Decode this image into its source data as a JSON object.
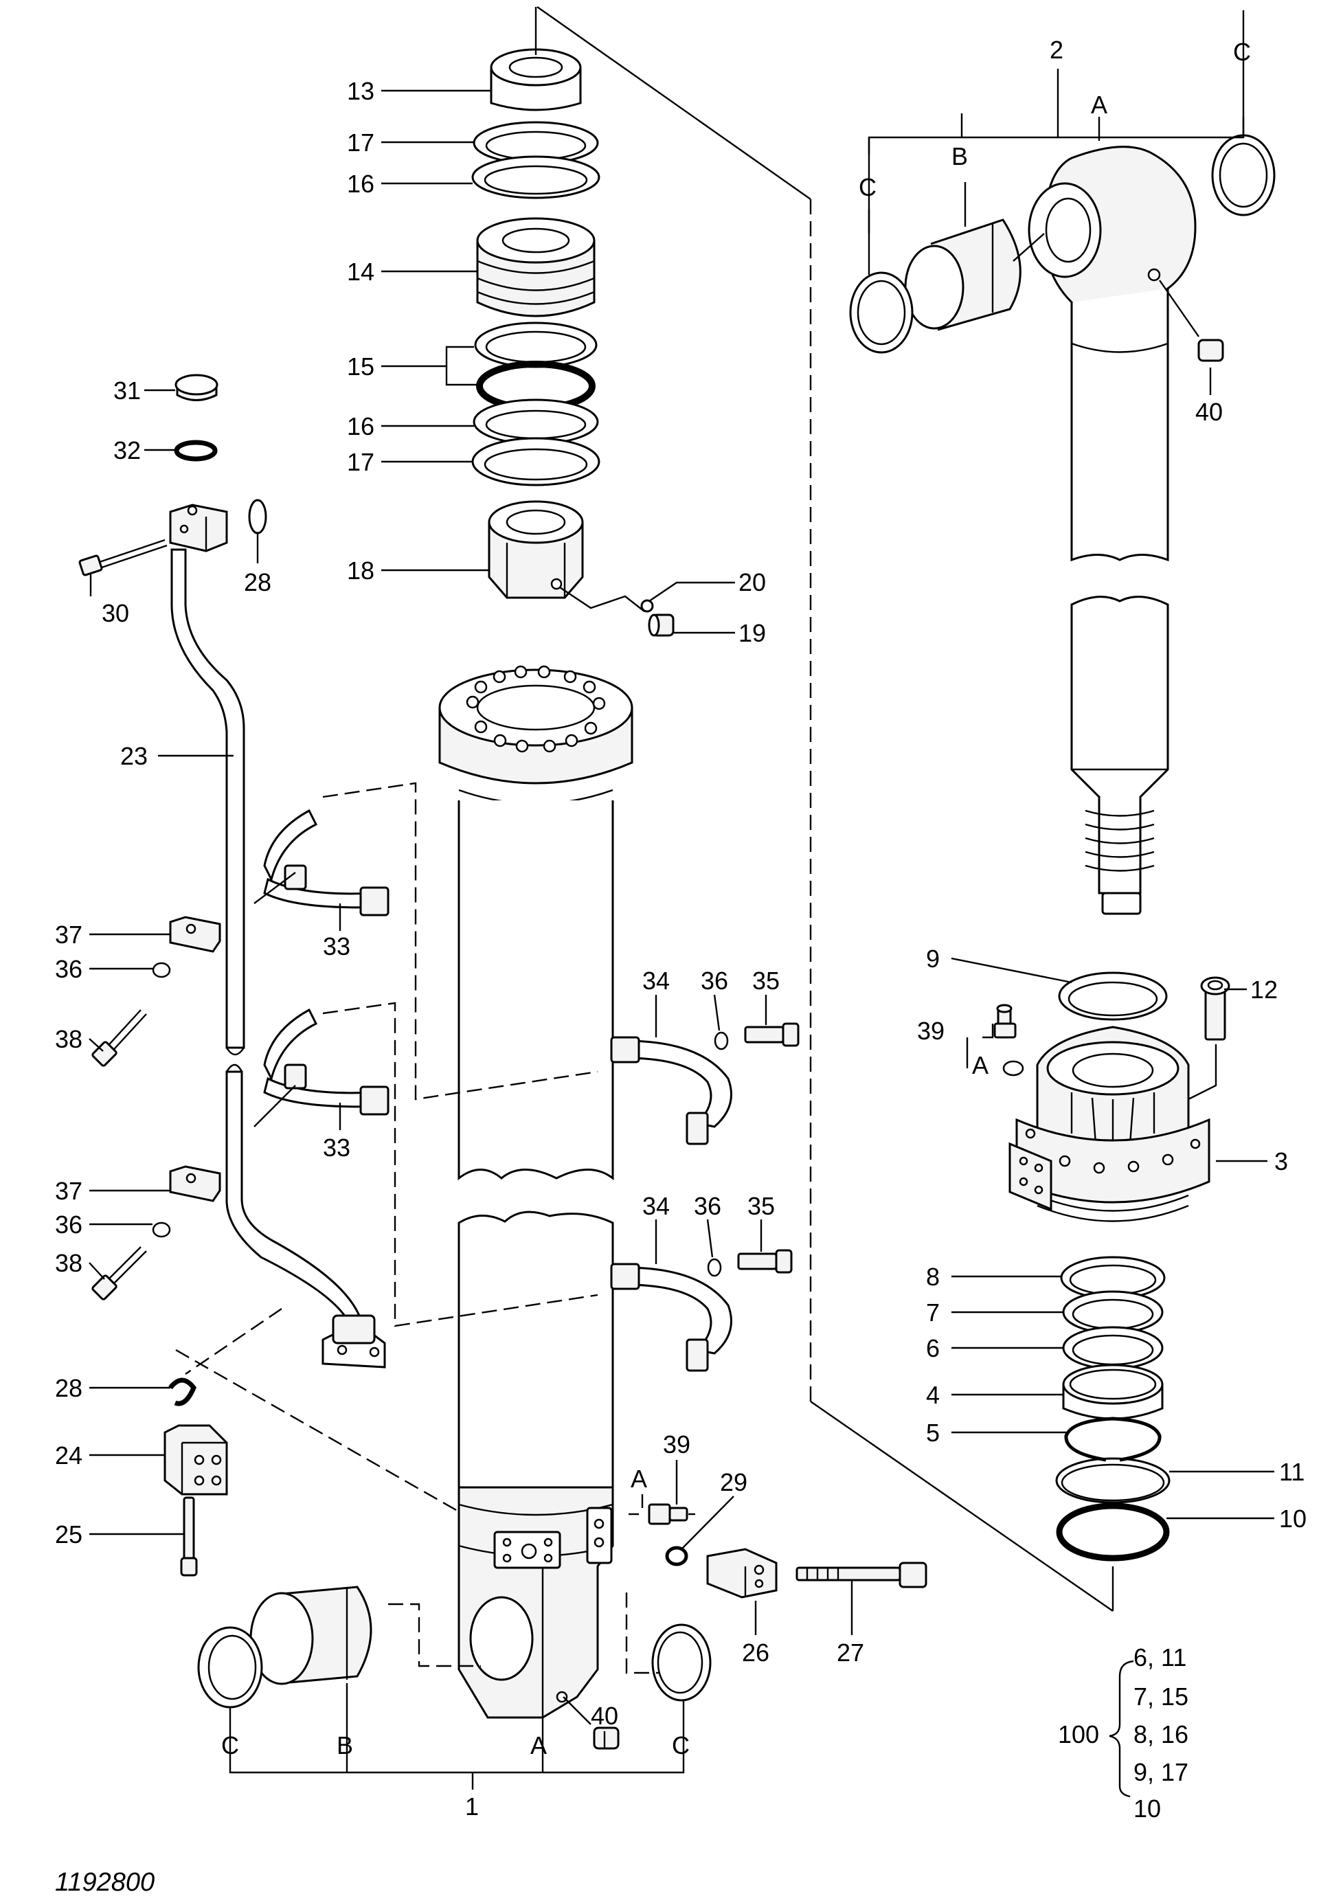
{
  "drawing_number": "1192800",
  "callouts": {
    "n1": "1",
    "n2": "2",
    "n3": "3",
    "n4": "4",
    "n5": "5",
    "n6": "6",
    "n7": "7",
    "n8": "8",
    "n9": "9",
    "n10": "10",
    "n11": "11",
    "n12": "12",
    "n13": "13",
    "n14": "14",
    "n15": "15",
    "n16a": "16",
    "n16b": "16",
    "n17a": "17",
    "n17b": "17",
    "n18": "18",
    "n19": "19",
    "n20": "20",
    "n23": "23",
    "n24": "24",
    "n25": "25",
    "n26": "26",
    "n27": "27",
    "n28a": "28",
    "n28b": "28",
    "n29": "29",
    "n30": "30",
    "n31": "31",
    "n32": "32",
    "n33a": "33",
    "n33b": "33",
    "n34a": "34",
    "n34b": "34",
    "n35a": "35",
    "n35b": "35",
    "n36a": "36",
    "n36b": "36",
    "n36c": "36",
    "n36d": "36",
    "n37a": "37",
    "n37b": "37",
    "n38a": "38",
    "n38b": "38",
    "n39a": "39",
    "n39b": "39",
    "n40a": "40",
    "n40b": "40"
  },
  "letters": {
    "a_head": "A",
    "b_head": "B",
    "c_head_left": "C",
    "c_head_right": "C",
    "a_39_head": "A",
    "a_39_tube": "A",
    "c_tube_left": "C",
    "b_tube": "B",
    "a_tube": "A",
    "c_tube_right": "C"
  },
  "kit": {
    "number": "100",
    "rows": [
      "6, 11",
      "7, 15",
      "8, 16",
      "9, 17",
      "10"
    ]
  }
}
